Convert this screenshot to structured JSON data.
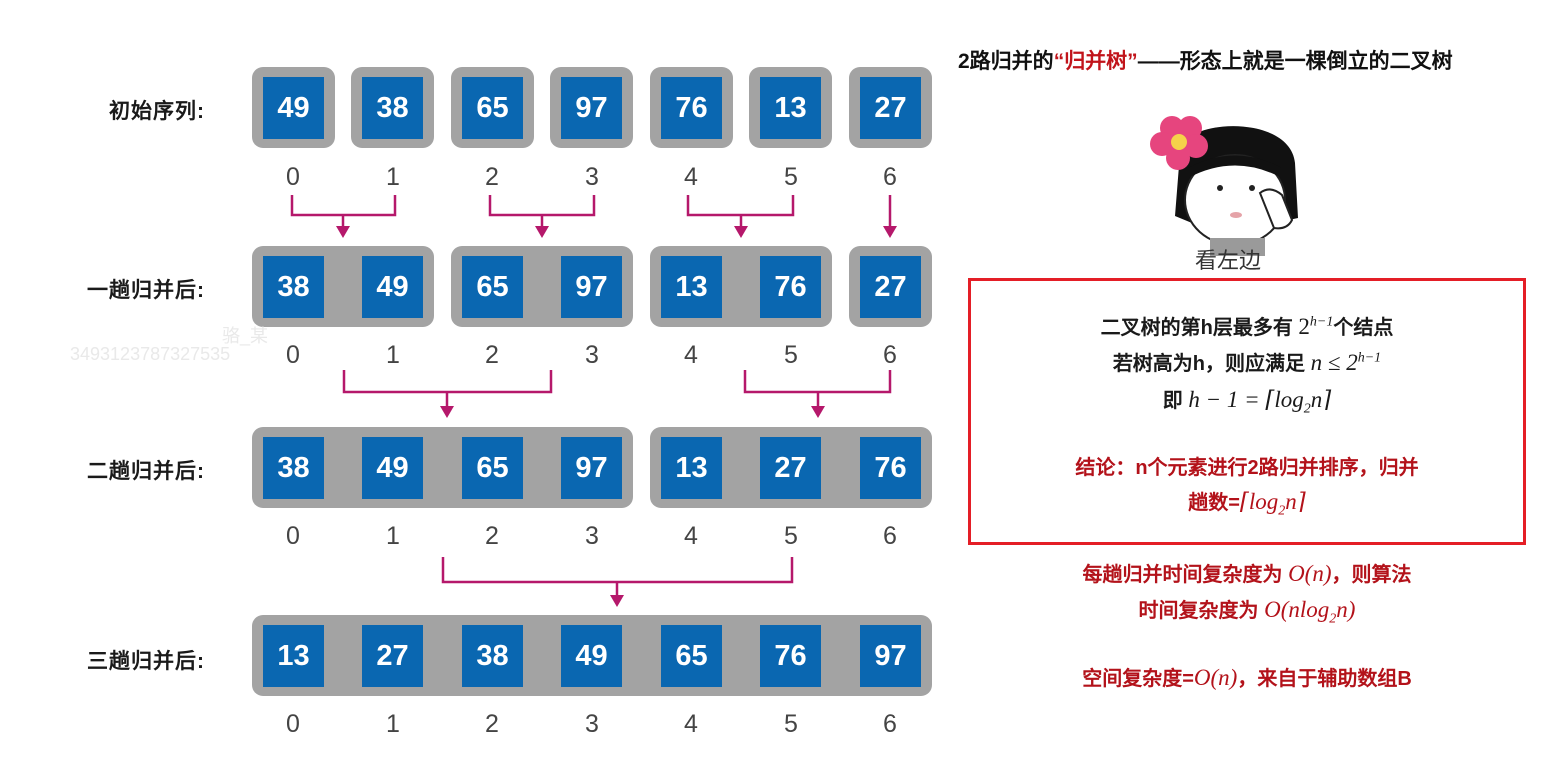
{
  "rows": [
    {
      "label": "初始序列:",
      "values": [
        "49",
        "38",
        "65",
        "97",
        "76",
        "13",
        "27"
      ],
      "groups": [
        [
          0
        ],
        [
          1
        ],
        [
          2
        ],
        [
          3
        ],
        [
          4
        ],
        [
          5
        ],
        [
          6
        ]
      ]
    },
    {
      "label": "一趟归并后:",
      "values": [
        "38",
        "49",
        "65",
        "97",
        "13",
        "76",
        "27"
      ],
      "groups": [
        [
          0,
          1
        ],
        [
          2,
          3
        ],
        [
          4,
          5
        ],
        [
          6
        ]
      ]
    },
    {
      "label": "二趟归并后:",
      "values": [
        "38",
        "49",
        "65",
        "97",
        "13",
        "27",
        "76"
      ],
      "groups": [
        [
          0,
          1,
          2,
          3
        ],
        [
          4,
          5,
          6
        ]
      ]
    },
    {
      "label": "三趟归并后:",
      "values": [
        "13",
        "27",
        "38",
        "49",
        "65",
        "76",
        "97"
      ],
      "groups": [
        [
          0,
          1,
          2,
          3,
          4,
          5,
          6
        ]
      ]
    }
  ],
  "indices": [
    "0",
    "1",
    "2",
    "3",
    "4",
    "5",
    "6"
  ],
  "watermark": {
    "name": "骆_某",
    "id": "3493123787327535"
  },
  "right": {
    "title_prefix": "2路归并的",
    "title_highlight": "“归并树”",
    "title_suffix": "——形态上就是一棵倒立的二叉树",
    "meme_caption": "看左边",
    "box": {
      "line1_text": "二叉树的第h层最多有 ",
      "line1_math": "2",
      "line1_sup": "h−1",
      "line1_tail": "个结点",
      "line2_text": "若树高为h，则应满足 ",
      "line2_math": "n ≤ 2",
      "line2_sup": "h−1",
      "line3_text": "即 ",
      "line3_math": "h − 1 = ⌈log",
      "line3_sub": "2",
      "line3_tail": "n⌉",
      "conclusion_line1": "结论：n个元素进行2路归并排序，归并",
      "conclusion_line2_text": "趟数=",
      "conclusion_line2_math": "⌈log",
      "conclusion_line2_sub": "2",
      "conclusion_line2_tail": "n⌉"
    },
    "complexity": {
      "time_line1_text": "每趟归并时间复杂度为 ",
      "time_line1_math": "O(n)",
      "time_line1_tail": "，则算法",
      "time_line2_text": "时间复杂度为 ",
      "time_line2_math": "O(nlog",
      "time_line2_sub": "2",
      "time_line2_tail": "n)",
      "space_text": "空间复杂度=",
      "space_math": "O(n)",
      "space_tail": "，来自于辅助数组B"
    }
  },
  "colors": {
    "cell_blue": "#0a67b1",
    "group_gray": "#a3a3a3",
    "arrow_magenta": "#b5186b",
    "box_red": "#e41e26",
    "text_red": "#b3121a"
  }
}
